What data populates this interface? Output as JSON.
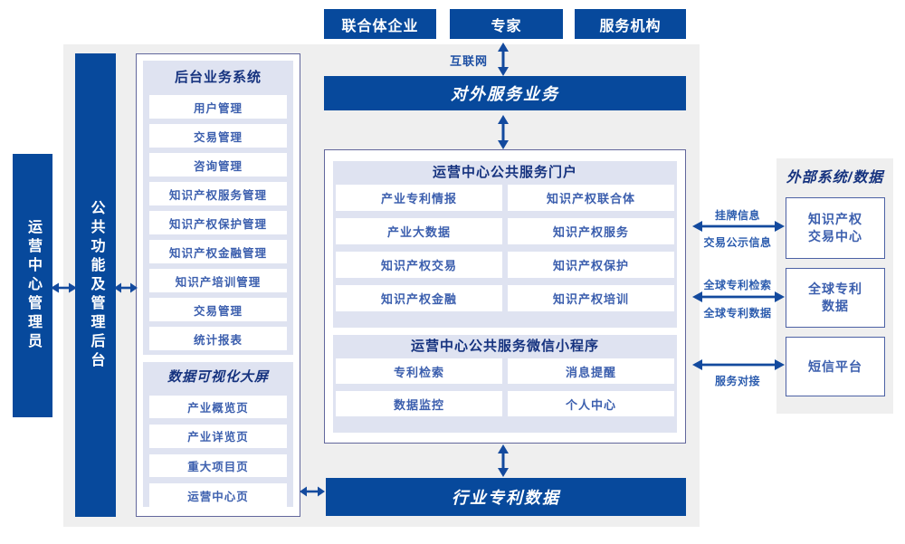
{
  "colors": {
    "accent_blue": "#07499c",
    "panel_lavender": "#dfe3f1",
    "background_gray": "#efefef",
    "item_text_blue": "#3c5fae",
    "header_navy": "#16337f"
  },
  "top_actors": [
    "联合体企业",
    "专家",
    "服务机构"
  ],
  "internet_label": "互联网",
  "left_bars": {
    "operator": "运营中心管理员",
    "backoffice": "公共功能及管理后台"
  },
  "backend_panel": {
    "title": "后台业务系统",
    "items": [
      "用户管理",
      "交易管理",
      "咨询管理",
      "知识产权服务管理",
      "知识产权保护管理",
      "知识产权金融管理",
      "知识产培训管理",
      "交易管理",
      "统计报表"
    ]
  },
  "dataviz_panel": {
    "title": "数据可视化大屏",
    "items": [
      "产业概览页",
      "产业详览页",
      "重大项目页",
      "运营中心页"
    ]
  },
  "external_bar": "对外服务业务",
  "portal_panel": {
    "title": "运营中心公共服务门户",
    "items": [
      "产业专利情报",
      "知识产权联合体",
      "产业大数据",
      "知识产权服务",
      "知识产权交易",
      "知识产权保护",
      "知识产权金融",
      "知识产权培训"
    ]
  },
  "miniprogram_panel": {
    "title": "运营中心公共服务微信小程序",
    "items": [
      "专利检索",
      "消息提醒",
      "数据监控",
      "个人中心"
    ]
  },
  "industry_bar": "行业专利数据",
  "external_panel": {
    "title": "外部系统/数据",
    "boxes": [
      {
        "lines": [
          "知识产权",
          "交易中心"
        ]
      },
      {
        "lines": [
          "全球专利",
          "数据"
        ]
      },
      {
        "lines": [
          "短信平台"
        ]
      }
    ]
  },
  "link_labels": {
    "listing_top": "挂牌信息",
    "listing_bottom": "交易公示信息",
    "patent_top": "全球专利检索",
    "patent_bottom": "全球专利数据",
    "service": "服务对接"
  }
}
